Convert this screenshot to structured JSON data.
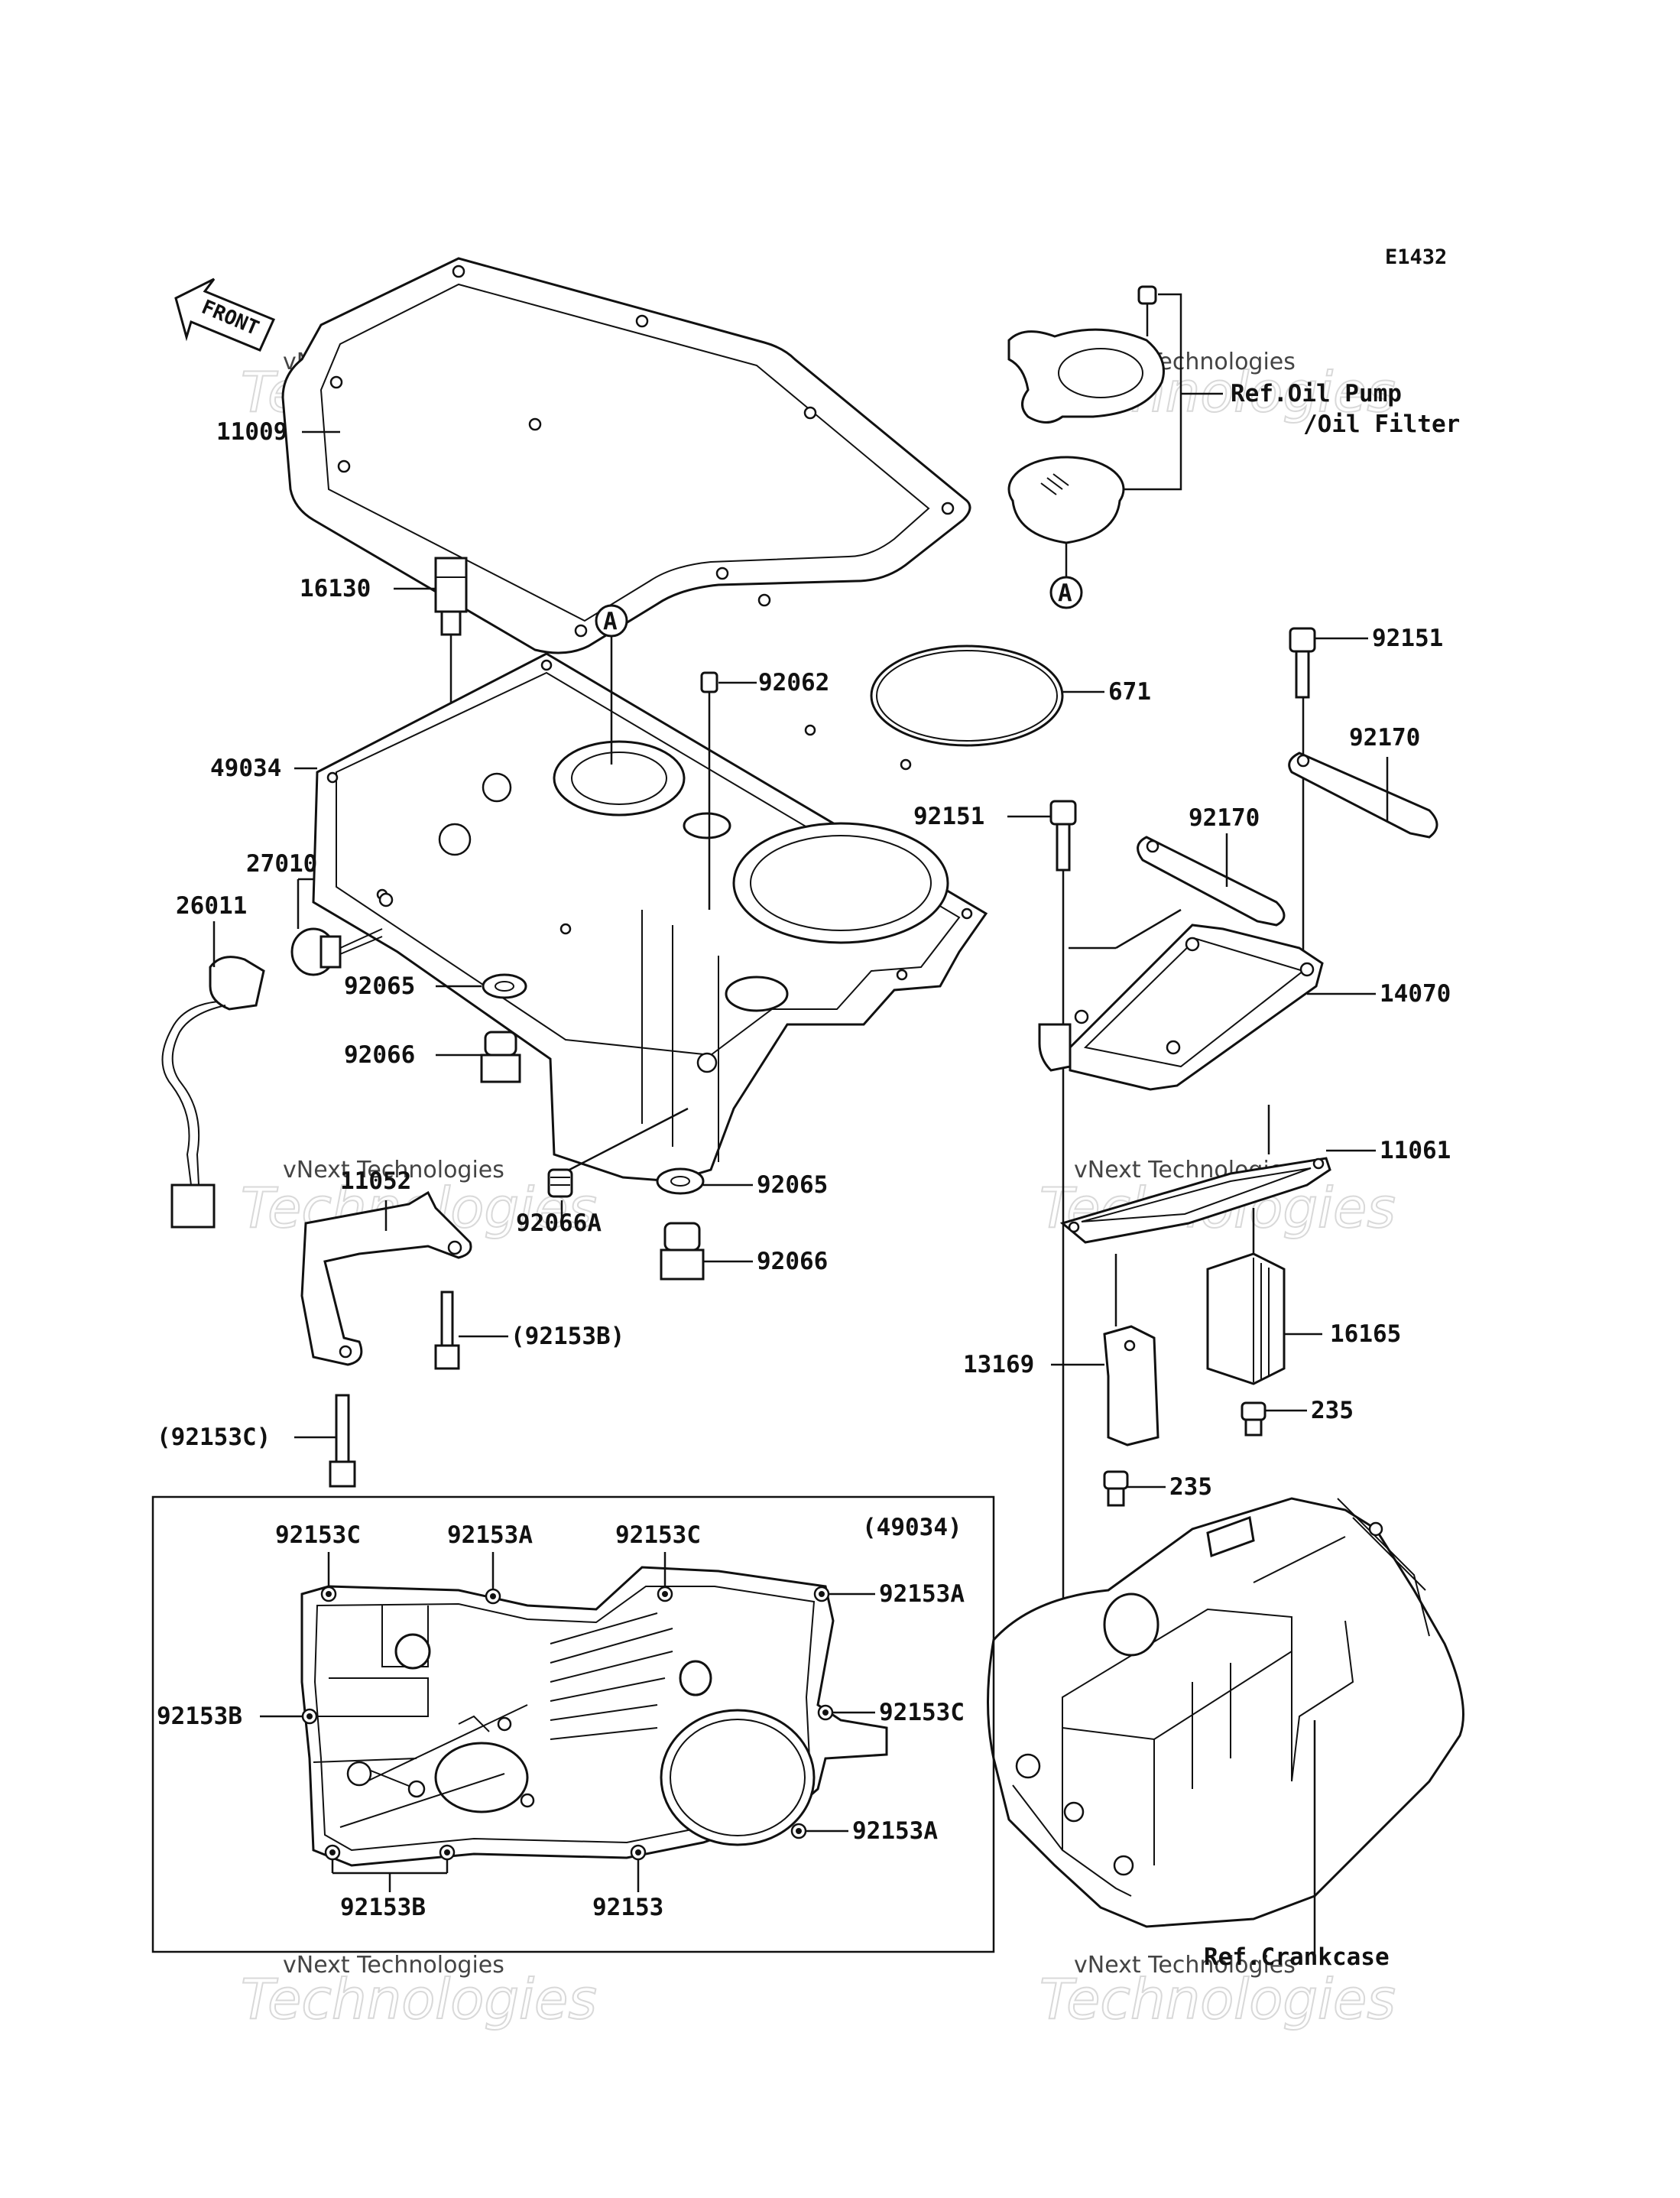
{
  "diagram_code": "E1432",
  "front_label": "FRONT",
  "watermark": {
    "line1": "vNext Technologies",
    "line2": "Technologies",
    "line3": "vNext"
  },
  "callout_a": "A",
  "labels": {
    "p11009": "11009",
    "p16130": "16130",
    "p49034": "49034",
    "p27010": "27010",
    "p26011": "26011",
    "p92065_a": "92065",
    "p92066_a": "92066",
    "p11052": "11052",
    "p92066A": "92066A",
    "p92065_b": "92065",
    "p92066_b": "92066",
    "p92153B_paren": "(92153B)",
    "p92153C_paren": "(92153C)",
    "p92062": "92062",
    "p671": "671",
    "ref_oil_pump": "Ref.Oil Pump",
    "ref_oil_filter": "/Oil Filter",
    "p92151_a": "92151",
    "p92170_a": "92170",
    "p92151_b": "92151",
    "p92170_b": "92170",
    "p14070": "14070",
    "p11061": "11061",
    "p16165": "16165",
    "p13169": "13169",
    "p235_a": "235",
    "p235_b": "235",
    "ref_crankcase": "Ref.Crankcase"
  },
  "inset": {
    "title": "(49034)",
    "labels": {
      "t1": "92153C",
      "t2": "92153A",
      "t3": "92153C",
      "r1": "92153A",
      "l1": "92153B",
      "r2": "92153C",
      "r3": "92153A",
      "b1": "92153B",
      "b2": "92153"
    }
  }
}
